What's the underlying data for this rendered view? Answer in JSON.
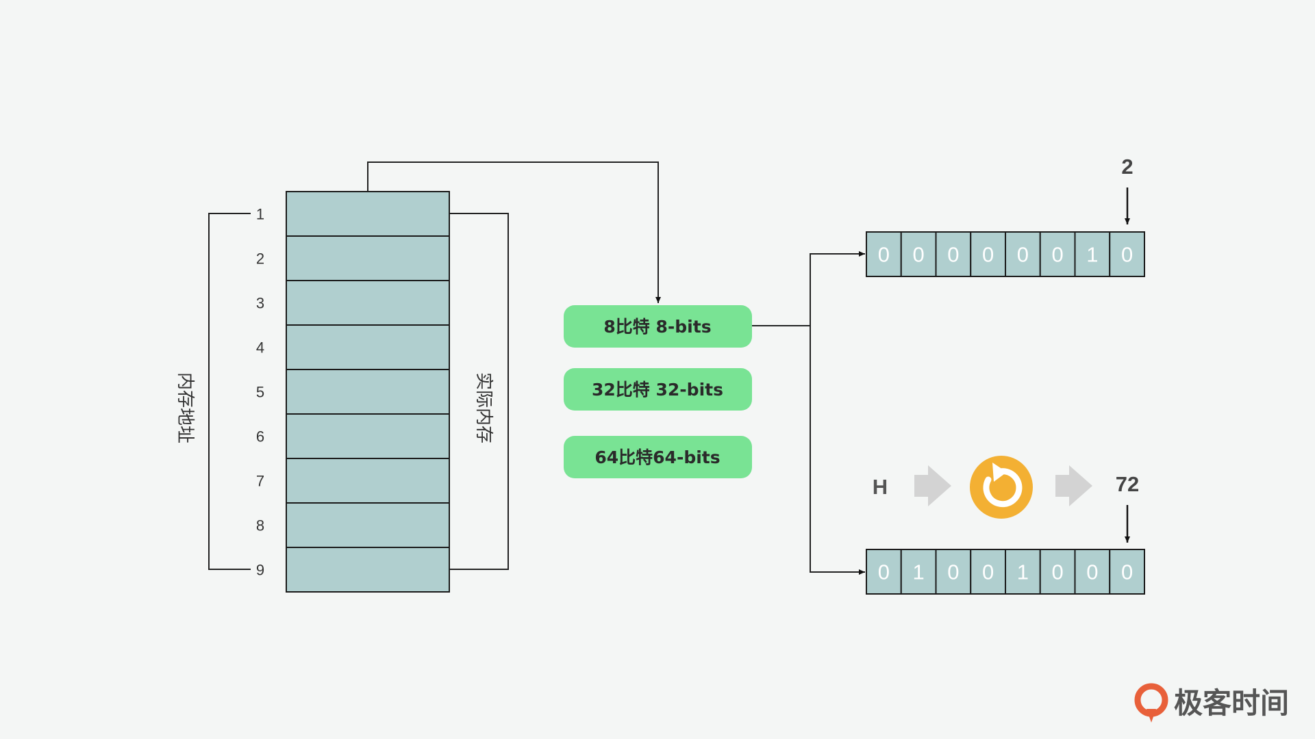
{
  "memory": {
    "rows": [
      "1",
      "2",
      "3",
      "4",
      "5",
      "6",
      "7",
      "8",
      "9"
    ],
    "left_label": "内存地址",
    "right_label": "实际内存"
  },
  "size_options": [
    {
      "label": "8比特 8-bits"
    },
    {
      "label": "32比特 32-bits"
    },
    {
      "label": "64比特64-bits"
    }
  ],
  "binary_top": {
    "value": "2",
    "bits": [
      "0",
      "0",
      "0",
      "0",
      "0",
      "0",
      "1",
      "0"
    ]
  },
  "binary_bottom": {
    "value": "72",
    "bits": [
      "0",
      "1",
      "0",
      "0",
      "1",
      "0",
      "0",
      "0"
    ]
  },
  "encode": {
    "input": "H",
    "icon": "refresh-icon",
    "output": "72"
  },
  "logo": {
    "text": "极客时间"
  },
  "colors": {
    "cell_fill": "#b0cfcf",
    "pill_fill": "#79e394",
    "converter": "#f3b033",
    "arrow_gray": "#d3d3d3",
    "logo_orange": "#e8603a",
    "text_dark": "#444444"
  }
}
